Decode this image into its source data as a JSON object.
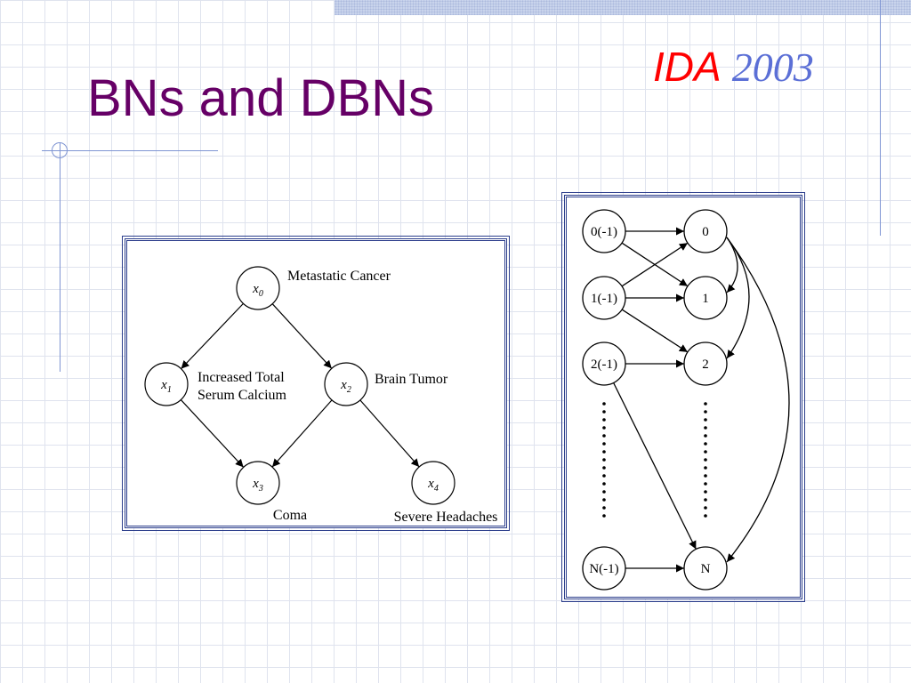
{
  "slide": {
    "title": "BNs and DBNs",
    "brand_ida": "IDA",
    "brand_year": "2003"
  },
  "colors": {
    "title": "#660066",
    "brand_ida": "#ff0000",
    "brand_year": "#5b6fd6",
    "frame_border": "#2c3e8c",
    "grid_line": "#dfe3ee",
    "rule": "#7f95d3"
  },
  "bn_diagram": {
    "nodes": [
      {
        "id": "x0",
        "var": "x",
        "sub": "0",
        "label_lines": [
          "Metastatic Cancer"
        ]
      },
      {
        "id": "x1",
        "var": "x",
        "sub": "1",
        "label_lines": [
          "Increased Total",
          "Serum Calcium"
        ]
      },
      {
        "id": "x2",
        "var": "x",
        "sub": "2",
        "label_lines": [
          "Brain Tumor"
        ]
      },
      {
        "id": "x3",
        "var": "x",
        "sub": "3",
        "label_lines": [
          "Coma"
        ]
      },
      {
        "id": "x4",
        "var": "x",
        "sub": "4",
        "label_lines": [
          "Severe Headaches"
        ]
      }
    ],
    "edges": [
      [
        "x0",
        "x1"
      ],
      [
        "x0",
        "x2"
      ],
      [
        "x1",
        "x3"
      ],
      [
        "x2",
        "x3"
      ],
      [
        "x2",
        "x4"
      ]
    ]
  },
  "dbn_diagram": {
    "previous_slice": [
      "0(-1)",
      "1(-1)",
      "2(-1)",
      "N(-1)"
    ],
    "current_slice": [
      "0",
      "1",
      "2",
      "N"
    ],
    "edges": [
      [
        "0(-1)",
        "0"
      ],
      [
        "0(-1)",
        "1"
      ],
      [
        "1(-1)",
        "0"
      ],
      [
        "1(-1)",
        "1"
      ],
      [
        "1(-1)",
        "2"
      ],
      [
        "2(-1)",
        "2"
      ],
      [
        "2(-1)",
        "N"
      ],
      [
        "N(-1)",
        "N"
      ],
      [
        "0",
        "1"
      ],
      [
        "0",
        "2"
      ],
      [
        "0",
        "N"
      ]
    ]
  }
}
